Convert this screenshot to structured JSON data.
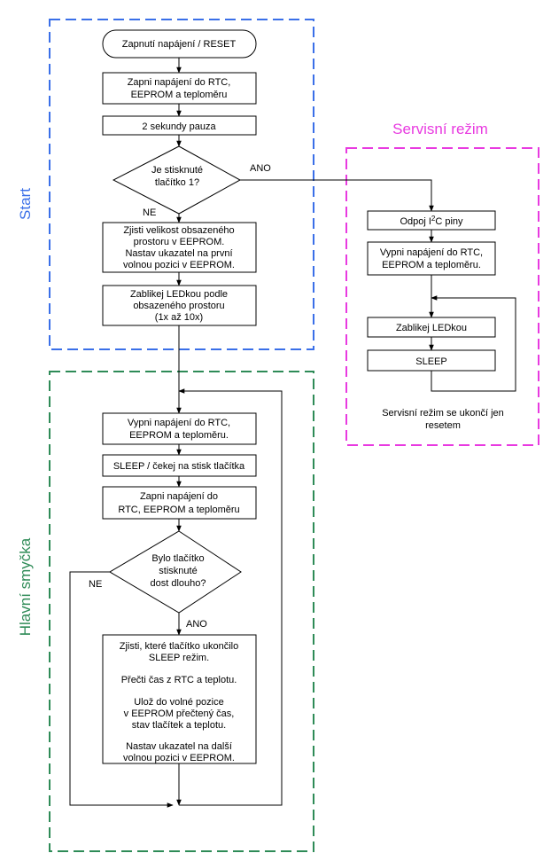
{
  "colors": {
    "start": "#3a6fe8",
    "main": "#2e8b57",
    "service": "#e83ae0"
  },
  "containers": {
    "start_label": "Start",
    "main_label": "Hlavní smyčka",
    "service_label": "Servisní režim"
  },
  "start_nodes": {
    "power_on": "Zapnutí napájení / RESET",
    "power_up_1": "Zapni napájení do RTC,",
    "power_up_2": "EEPROM a teploměru",
    "pause": "2 sekundy pauza",
    "decision_1": "Je stisknuté",
    "decision_2": "tlačítko 1?",
    "measure_1": "Zjisti velikost obsazeného",
    "measure_2": "prostoru v EEPROM.",
    "measure_3": "Nastav ukazatel na první",
    "measure_4": "volnou pozici v EEPROM.",
    "blink_1": "Zablikej LEDkou podle",
    "blink_2": "obsazeného prostoru",
    "blink_3": "(1x až 10x)"
  },
  "main_nodes": {
    "power_off_1": "Vypni napájení do RTC,",
    "power_off_2": "EEPROM a teploměru.",
    "sleep": "SLEEP / čekej na stisk tlačítka",
    "power_on_1": "Zapni napájení do",
    "power_on_2": "RTC, EEPROM a teploměru",
    "decision_1": "Bylo tlačítko",
    "decision_2": "stisknuté",
    "decision_3": "dost dlouho?",
    "process_1": "Zjisti, které tlačítko ukončilo",
    "process_2": "SLEEP režim.",
    "process_3": "Přečti čas z RTC a teplotu.",
    "process_4": "Ulož do volné pozice",
    "process_5": "v EEPROM přečtený čas,",
    "process_6": "stav tlačítek a teplotu.",
    "process_7": "Nastav ukazatel na další",
    "process_8": "volnou pozici v EEPROM."
  },
  "service_nodes": {
    "disconnect_pre": "Odpoj I",
    "disconnect_sup": "2",
    "disconnect_post": "C piny",
    "power_off_1": "Vypni napájení do RTC,",
    "power_off_2": "EEPROM a teploměru.",
    "blink": "Zablikej LEDkou",
    "sleep": "SLEEP",
    "note_1": "Servisní režim se ukončí jen",
    "note_2": "resetem"
  },
  "edge_labels": {
    "yes_1": "ANO",
    "no_1": "NE",
    "yes_2": "ANO",
    "no_2": "NE"
  }
}
